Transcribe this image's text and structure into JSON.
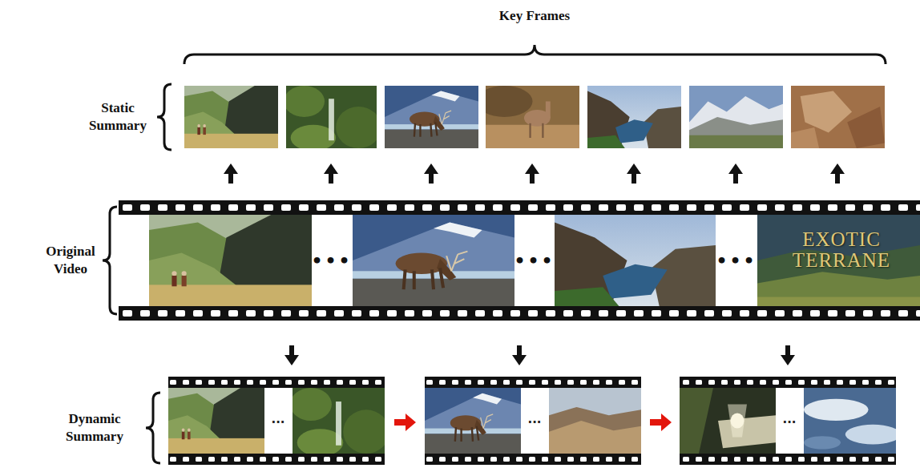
{
  "diagram": {
    "labels": [
      "Key Frames",
      "Static Summary",
      "Original Video",
      "•••",
      "•••",
      "•••",
      "EXOTIC TERRANE",
      "Dynamic Summary",
      "...",
      "...",
      "..."
    ]
  }
}
